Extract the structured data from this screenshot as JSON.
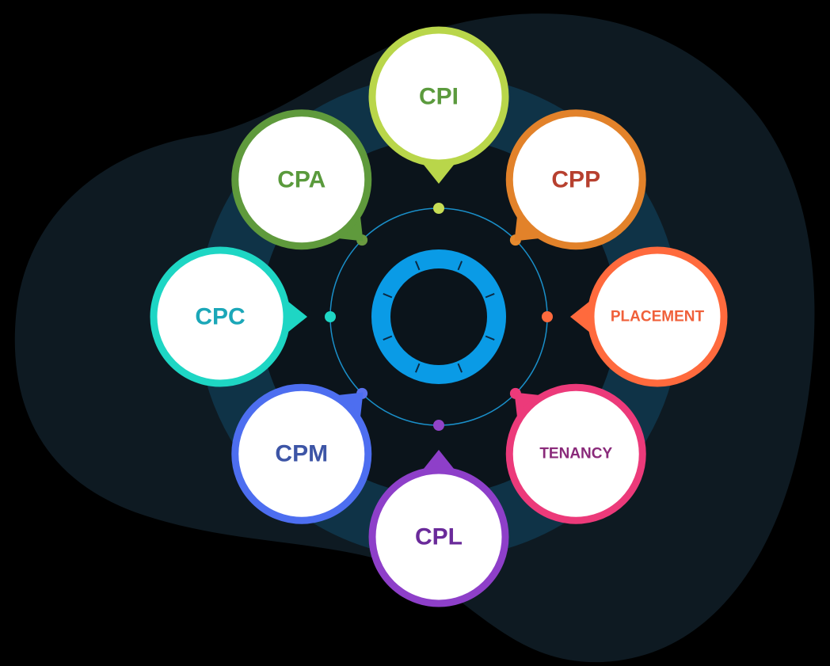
{
  "diagram": {
    "title": "",
    "background": "#000000",
    "blob_color": "#0e1a22",
    "ring_band_color": "#0f3347",
    "orbit_color": "#1a8fc9",
    "core_ring_color": "#0a9be6",
    "nodes": [
      {
        "id": "cpi",
        "label": "CPI",
        "border": "#b9d64a",
        "text": "#5b9a3d",
        "dot": "#c7dd55"
      },
      {
        "id": "cpp",
        "label": "CPP",
        "border": "#e2822a",
        "text": "#b7402f",
        "dot": "#e68a2e"
      },
      {
        "id": "placement",
        "label": "PLACEMENT",
        "border": "#ff6a3d",
        "text": "#f0603a",
        "dot": "#ff6a3d"
      },
      {
        "id": "tenancy",
        "label": "TENANCY",
        "border": "#ec3a7a",
        "text": "#8a2a7a",
        "dot": "#ec3a7a"
      },
      {
        "id": "cpl",
        "label": "CPL",
        "border": "#8e3fc9",
        "text": "#6a2a9a",
        "dot": "#9143c7"
      },
      {
        "id": "cpm",
        "label": "CPM",
        "border": "#4d6ef0",
        "text": "#3d55a6",
        "dot": "#5a72ee"
      },
      {
        "id": "cpc",
        "label": "CPC",
        "border": "#1ed6c4",
        "text": "#1ba7b8",
        "dot": "#1ed6c4"
      },
      {
        "id": "cpa",
        "label": "CPA",
        "border": "#5f9a3c",
        "text": "#5a9a3c",
        "dot": "#6a9a40"
      }
    ]
  }
}
